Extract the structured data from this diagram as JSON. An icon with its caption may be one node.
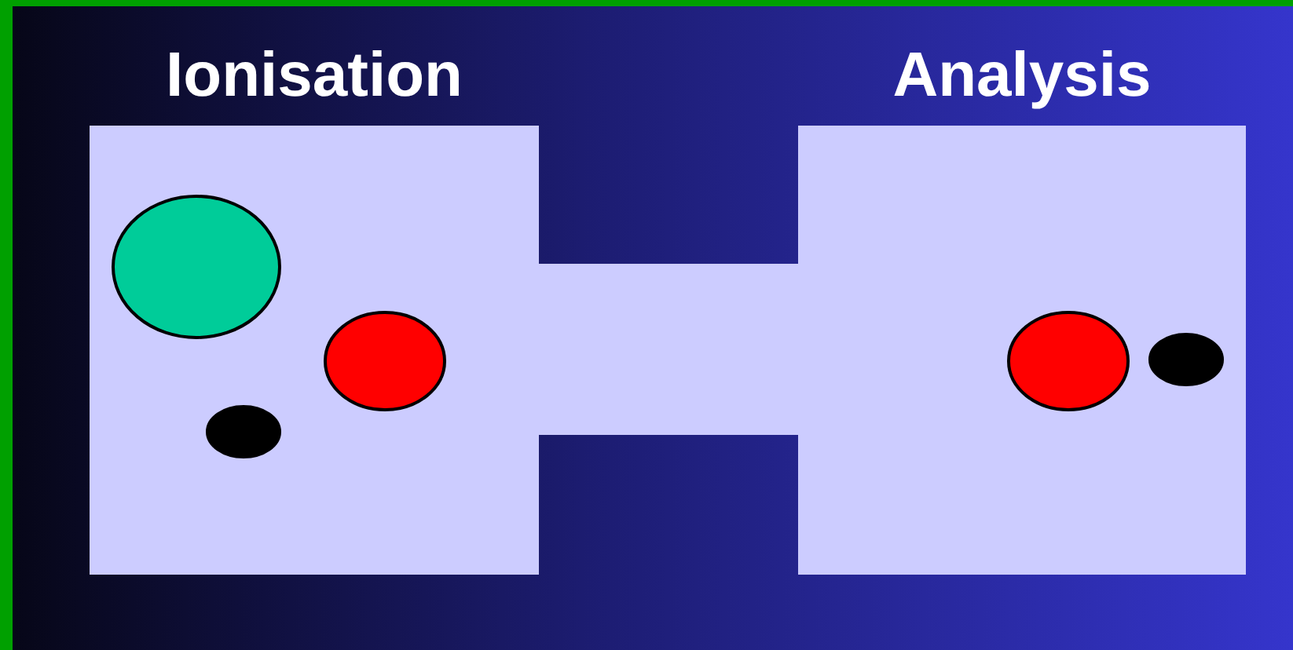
{
  "diagram": {
    "nodes": [
      {
        "text": [
          "Ionisation"
        ]
      },
      {
        "text": [],
        "shape": "box"
      },
      {
        "text": [
          "Analysis"
        ]
      }
    ]
  }
}
